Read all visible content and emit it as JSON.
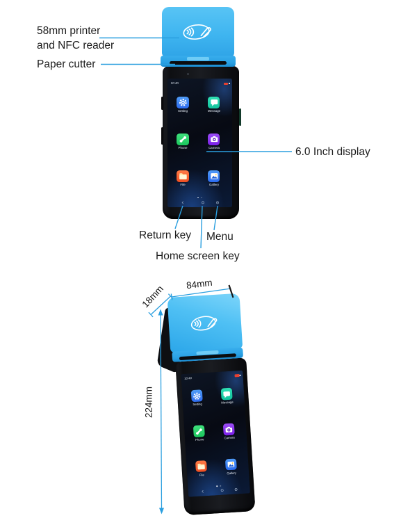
{
  "annotations": {
    "printer_line1": "58mm printer",
    "printer_line2": "and NFC reader",
    "paper_cutter": "Paper cutter",
    "display": "6.0 Inch display",
    "return_key": "Return key",
    "menu_key": "Menu",
    "home_key": "Home screen key"
  },
  "dimensions": {
    "width": "84mm",
    "depth": "18mm",
    "height": "224mm"
  },
  "screen": {
    "time": "10:40",
    "apps": [
      {
        "label": "Setting",
        "bg": "linear-gradient(180deg,#4f9cf7,#2e6cf0)"
      },
      {
        "label": "Message",
        "bg": "linear-gradient(180deg,#2fe0b4,#12c29e)"
      },
      {
        "label": "Phone",
        "bg": "linear-gradient(180deg,#3fe07c,#1cc75e)"
      },
      {
        "label": "Camera",
        "bg": "linear-gradient(180deg,#9b4df5,#7a1fe8)"
      },
      {
        "label": "File",
        "bg": "linear-gradient(180deg,#ff7a45,#ef4e22)"
      },
      {
        "label": "Gallery",
        "bg": "linear-gradient(180deg,#4f9af7,#2a6bf0)"
      }
    ]
  },
  "icons": [
    "nfc-contactless-icon",
    "battery-icon",
    "gear-icon",
    "chat-icon",
    "phone-icon",
    "camera-icon",
    "folder-icon",
    "photo-icon",
    "back-icon",
    "home-icon",
    "menu-icon"
  ],
  "colors": {
    "cap_blue": "#3fb5f0",
    "annotation_line": "#2b9fdf",
    "body_black": "#141519"
  }
}
